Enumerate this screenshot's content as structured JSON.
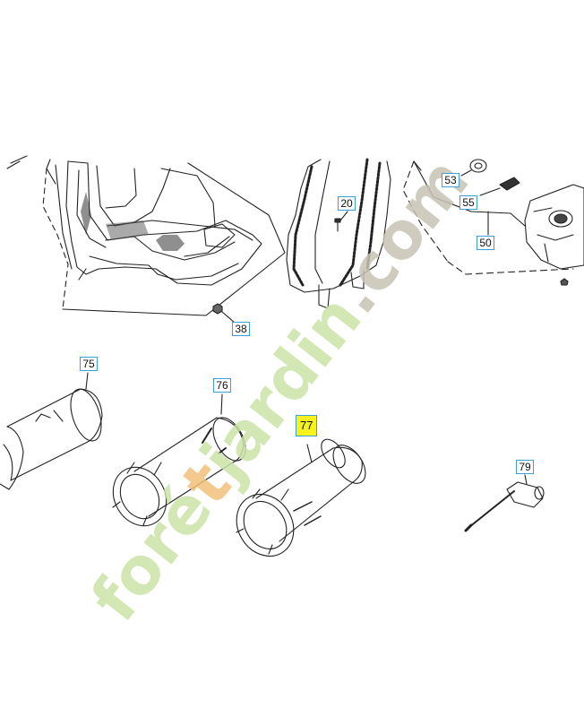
{
  "callouts": {
    "c20": "20",
    "c38": "38",
    "c50": "50",
    "c53": "53",
    "c55": "55",
    "c75": "75",
    "c76": "76",
    "c77": "77",
    "c79": "79"
  },
  "watermark": {
    "text": "foretjardin.com",
    "colors": {
      "foret": "#cbe3a6",
      "t": "#f3c07a",
      "jardin": "#cbe3a6",
      "com": "#c8c2b5"
    }
  },
  "colors": {
    "line": "#222222",
    "callout_border": "#3aa0d8",
    "highlight": "#f7f21b"
  }
}
